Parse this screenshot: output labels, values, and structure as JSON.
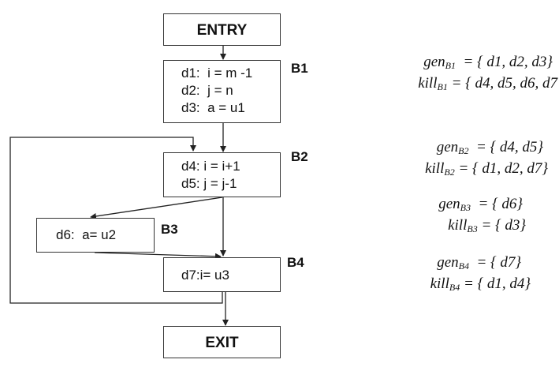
{
  "nodes": {
    "entry": {
      "label": "ENTRY"
    },
    "exit": {
      "label": "EXIT"
    },
    "b1": {
      "label": "B1",
      "statements": [
        "d1:  i = m -1",
        "d2:  j = n",
        "d3:  a = u1"
      ]
    },
    "b2": {
      "label": "B2",
      "statements": [
        "d4: i = i+1",
        "d5: j = j-1"
      ]
    },
    "b3": {
      "label": "B3",
      "statements": [
        "d6:  a= u2"
      ]
    },
    "b4": {
      "label": "B4",
      "statements": [
        "d7:i= u3"
      ]
    }
  },
  "equations": [
    {
      "name": "gen",
      "sub": "B1",
      "set": "= { d1, d2, d3}"
    },
    {
      "name": "kill",
      "sub": "B1",
      "set": "= { d4, d5, d6, d7"
    },
    {
      "name": "gen",
      "sub": "B2",
      "set": "= { d4, d5}"
    },
    {
      "name": "kill",
      "sub": "B2",
      "set": "= { d1, d2, d7}"
    },
    {
      "name": "gen",
      "sub": "B3",
      "set": "= { d6}"
    },
    {
      "name": "kill",
      "sub": "B3",
      "set": "= { d3}"
    },
    {
      "name": "gen",
      "sub": "B4",
      "set": "= { d7}"
    },
    {
      "name": "kill",
      "sub": "B4",
      "set": "= { d1, d4}"
    }
  ]
}
